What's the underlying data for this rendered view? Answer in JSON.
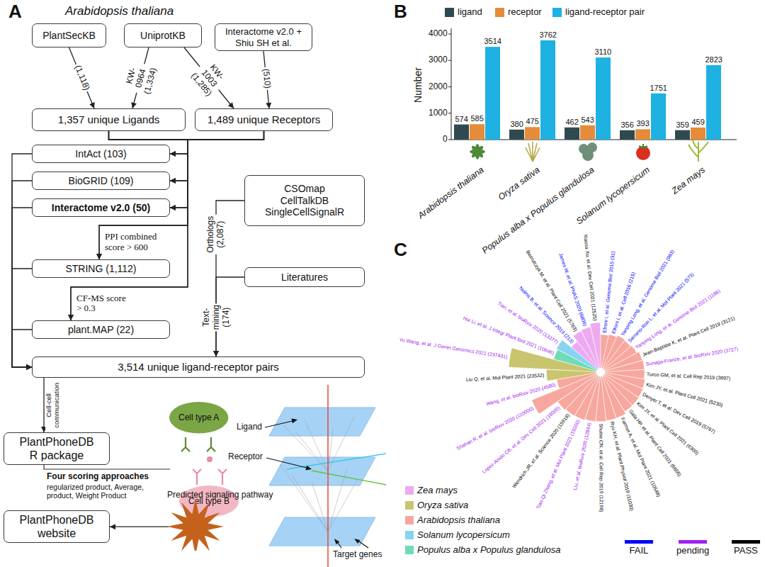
{
  "diagram": {
    "nodes": [
      {
        "text": [
          "PlantSecKB"
        ]
      },
      {
        "text": [
          "UniprotKB"
        ]
      },
      {
        "text": [
          "Interactome v2.0 + Shiu SH et al."
        ]
      },
      {
        "text": [
          "1,357 unique Ligands"
        ]
      },
      {
        "text": [
          "1,489 unique Receptors"
        ]
      },
      {
        "text": [
          "IntAct (103)"
        ]
      },
      {
        "text": [
          "BioGRID (109)"
        ]
      },
      {
        "text": [
          "Interactome v2.0 (50)"
        ]
      },
      {
        "text": [
          "CSOmap CellTalkDB SingleCellSignalR"
        ]
      },
      {
        "text": [
          "STRING (1,112)"
        ]
      },
      {
        "text": [
          "Literatures"
        ]
      },
      {
        "text": [
          "plant.MAP (22)"
        ]
      },
      {
        "text": [
          "3,514 unique ligand-receptor pairs"
        ]
      },
      {
        "text": [
          "PlantPhoneDB R package"
        ]
      },
      {
        "text": [
          "PlantPhoneDB website"
        ]
      },
      {
        "text": [
          "Cell type A"
        ]
      },
      {
        "text": [
          "Cell type B"
        ]
      },
      {
        "text": [
          "Predicted signaling pathway"
        ]
      }
    ],
    "edges": [
      {
        "from": 0,
        "to": 3,
        "label": "(1,118)",
        "arrow": "to"
      },
      {
        "from": 1,
        "to": 3,
        "label": "KW-0964 (1,334)",
        "arrow": "to"
      },
      {
        "from": 1,
        "to": 4,
        "label": "KW-1003 (1,285)",
        "arrow": "to"
      },
      {
        "from": 2,
        "to": 4,
        "label": "(510)",
        "arrow": "to"
      },
      {
        "from": 3,
        "to": 5,
        "arrow": "to"
      },
      {
        "from": 4,
        "to": 5,
        "arrow": "to"
      },
      {
        "from": 3,
        "to": 6,
        "arrow": "to"
      },
      {
        "from": 4,
        "to": 6,
        "arrow": "to"
      },
      {
        "from": 3,
        "to": 7,
        "arrow": "to"
      },
      {
        "from": 4,
        "to": 7,
        "arrow": "to"
      },
      {
        "from": 3,
        "to": 9,
        "arrow": "to"
      },
      {
        "from": 4,
        "to": 9,
        "label": "PPI combined score > 600",
        "arrow": "to"
      },
      {
        "from": 3,
        "to": 11,
        "arrow": "to"
      },
      {
        "from": 4,
        "to": 11,
        "label": "CF-MS score > 0.3",
        "arrow": "to"
      },
      {
        "from": 5,
        "to": 12,
        "arrow": "to"
      },
      {
        "from": 6,
        "to": 12,
        "arrow": "to"
      },
      {
        "from": 7,
        "to": 12,
        "arrow": "to"
      },
      {
        "from": 9,
        "to": 12,
        "arrow": "to"
      },
      {
        "from": 11,
        "to": 12,
        "arrow": "to"
      },
      {
        "from": 8,
        "to": 12,
        "label": "Orthologs (2,087)",
        "arrow": "to"
      },
      {
        "from": 10,
        "to": 12,
        "label": "Text-mining (174)",
        "arrow": "to"
      },
      {
        "from": 12,
        "to": 13,
        "label": "Cell-cell communication",
        "arrow": "to"
      },
      {
        "from": 17,
        "to": 14,
        "arrow": "to"
      }
    ],
    "labels": [
      "A",
      "Arabidopsis thaliana",
      "Four scoring approaches",
      "regularized product, Average, product, Weight Product",
      "Ligand",
      "Receptor",
      "Target genes",
      "B",
      "Number",
      "0",
      "1000",
      "2000",
      "3000",
      "4000",
      "574",
      "585",
      "3514",
      "380",
      "475",
      "3762",
      "462",
      "543",
      "3110",
      "356",
      "393",
      "1751",
      "359",
      "459",
      "2823",
      "Arabidopsis thaliana",
      "Oryza sativa",
      "Populus alba x Populus glandulosa",
      "Solanum lycopersicum",
      "Zea mays",
      "C",
      "Efroni I, et al. Genome Biol 2015 (31)",
      "Efroni I, et al. Cell 2016 (215)",
      "Yanping Long, et al. Genome Biol 2021 (963)",
      "Serrano-Ron L, et al. Mol Plant 2021 (573)",
      "Yanping Long, et al. Genome Biol 2021 (1186)",
      "Jean-Baptiste K, et al. Plant Cell 2019 (3121)",
      "Sunaga-Franze, et al. bioRxiv 2020 (3727)",
      "Turco GM, et al. Cell Rep 2019 (3897)",
      "Kim JY, et al. Plant Cell 2021 (5230)",
      "Denyer T, et al. Dev Cell 2019 (5767)",
      "Kim JY, et al. Plant Cell 2021 (6300)",
      "Gala HP, et al. Plant Cell 2021 (6656)",
      "Farmer A, et al. Mol Plant 2021 (10548)",
      "Ryu KH, et al. Plant Physiol 2019 (11030)",
      "Shulse CN, et al. Cell Rep 2019 (12198)",
      "Liu, et al. bioRxiv 2020 (12844)",
      "Tian-Qi Zhang, et al. Mol Plant 2021 (15000)",
      "Wendrich JR, et al. Science 2020 (15918)",
      "Lopez-Anido CB, et al. Dev Cell 2021 (18000)",
      "Shahan R, et al. bioRxiv 2020 (110000)",
      "Wang, et al. bioRxiv 2020 (4580)",
      "Liu Q, et al. Mol Plant 2021 (23532)",
      "Yu Wang, et al. J Genet Genomics 2021 (237431)",
      "Hui Li, et al. J Integr Plant Biol 2021 (10646)",
      "Tian, et al. bioRxiv 2020 (13377)",
      "Nelms B, et al. Science 2019 (213)",
      "Bezrutczyk M, et al. Plant Cell 2021 (5763)",
      "James W, et al. PNAS 2020 (6809)",
      "Xiaosa Xu, et al. Dev Cell 2021 (12525)"
    ],
    "legend": [
      {
        "text": "ligand",
        "color": "#2f4a4f"
      },
      {
        "text": "receptor",
        "color": "#e58c3a"
      },
      {
        "text": "ligand-receptor pair",
        "color": "#1eb1e2"
      },
      {
        "text": "Zea mays",
        "color": "#eeaaf0"
      },
      {
        "text": "Oryza sativa",
        "color": "#c9c56f"
      },
      {
        "text": "Arabidopsis thaliana",
        "color": "#f7a79d"
      },
      {
        "text": "Solanum lycopersicum",
        "color": "#86d4f2"
      },
      {
        "text": "Populus alba x Populus glandulosa",
        "color": "#6edcb4"
      },
      {
        "text": "FAIL",
        "color": "#0000ff"
      },
      {
        "text": "pending",
        "color": "#a020f0"
      },
      {
        "text": "PASS",
        "color": "#000000"
      }
    ]
  }
}
